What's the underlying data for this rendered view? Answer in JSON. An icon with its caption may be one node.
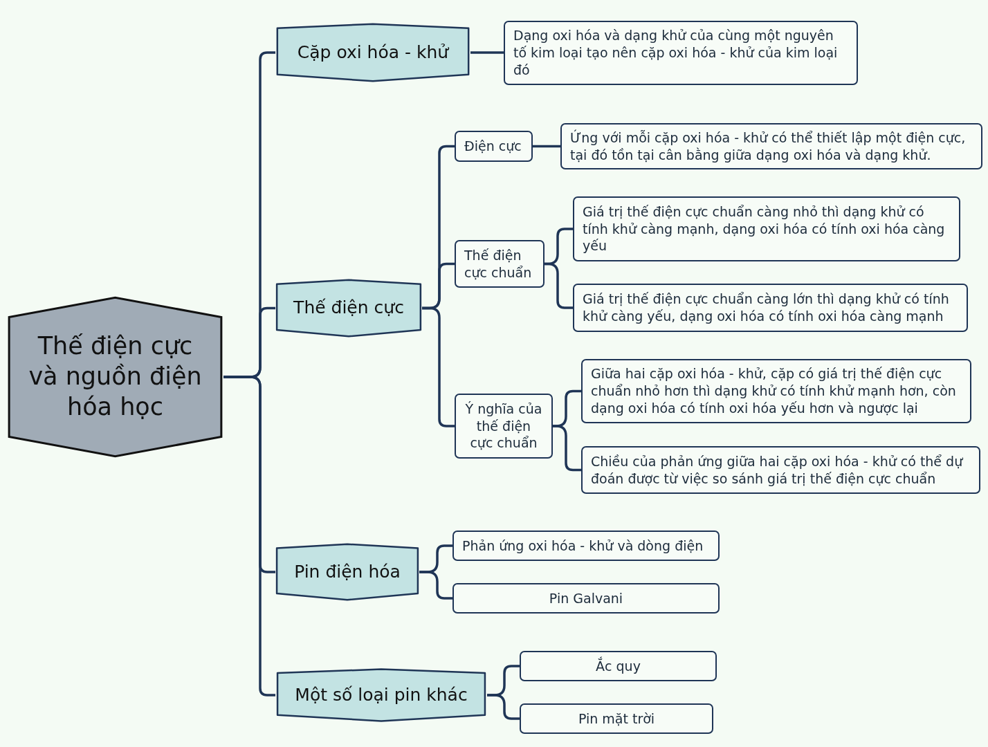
{
  "diagram": {
    "nodes": [
      {
        "text": [
          "Thế điện cực và nguồn điện hóa học"
        ]
      },
      {
        "text": [
          "Cặp oxi hóa - khử"
        ]
      },
      {
        "text": [
          "Dạng oxi hóa và dạng khử của cùng một nguyên tố kim loại tạo nên cặp oxi hóa - khử của kim loại đó"
        ]
      },
      {
        "text": [
          "Thế điện cực"
        ]
      },
      {
        "text": [
          "Điện cực"
        ]
      },
      {
        "text": [
          "Ứng với mỗi cặp oxi hóa - khử có thể thiết lập một điện cực, tại đó tồn tại cân bằng giữa dạng oxi hóa và dạng khử."
        ]
      },
      {
        "text": [
          "Thế điện cực chuẩn"
        ]
      },
      {
        "text": [
          "Giá trị thế điện cực chuẩn càng nhỏ thì dạng khử có tính khử càng mạnh, dạng oxi hóa có tính oxi hóa càng yếu"
        ]
      },
      {
        "text": [
          "Giá trị thế điện cực chuẩn càng lớn thì dạng khử có tính khử càng yếu, dạng oxi hóa có tính oxi hóa càng mạnh"
        ]
      },
      {
        "text": [
          "Ý nghĩa của thế điện cực chuẩn"
        ]
      },
      {
        "text": [
          "Giữa hai cặp oxi hóa - khử, cặp có giá trị thế điện cực chuẩn nhỏ hơn thì dạng khử có tính khử mạnh hơn, còn dạng oxi hóa có tính oxi hóa yếu hơn và ngược lại"
        ]
      },
      {
        "text": [
          "Chiều của phản ứng giữa hai cặp oxi hóa - khử có thể dự đoán được từ việc so sánh giá trị thế điện cực chuẩn"
        ]
      },
      {
        "text": [
          "Pin điện hóa"
        ]
      },
      {
        "text": [
          "Phản ứng oxi hóa - khử và dòng điện"
        ]
      },
      {
        "text": [
          "Pin Galvani"
        ]
      },
      {
        "text": [
          "Một số loại pin khác"
        ]
      },
      {
        "text": [
          "Ắc quy"
        ]
      },
      {
        "text": [
          "Pin mặt trời"
        ]
      }
    ],
    "edges": [
      {
        "from": 0,
        "to": 1,
        "arrow": "none"
      },
      {
        "from": 0,
        "to": 3,
        "arrow": "none"
      },
      {
        "from": 0,
        "to": 12,
        "arrow": "none"
      },
      {
        "from": 0,
        "to": 15,
        "arrow": "none"
      },
      {
        "from": 1,
        "to": 2,
        "arrow": "none"
      },
      {
        "from": 3,
        "to": 4,
        "arrow": "none"
      },
      {
        "from": 3,
        "to": 6,
        "arrow": "none"
      },
      {
        "from": 3,
        "to": 9,
        "arrow": "none"
      },
      {
        "from": 4,
        "to": 5,
        "arrow": "none"
      },
      {
        "from": 6,
        "to": 7,
        "arrow": "none"
      },
      {
        "from": 6,
        "to": 8,
        "arrow": "none"
      },
      {
        "from": 9,
        "to": 10,
        "arrow": "none"
      },
      {
        "from": 9,
        "to": 11,
        "arrow": "none"
      },
      {
        "from": 12,
        "to": 13,
        "arrow": "none"
      },
      {
        "from": 12,
        "to": 14,
        "arrow": "none"
      },
      {
        "from": 15,
        "to": 16,
        "arrow": "none"
      },
      {
        "from": 15,
        "to": 17,
        "arrow": "none"
      }
    ]
  }
}
